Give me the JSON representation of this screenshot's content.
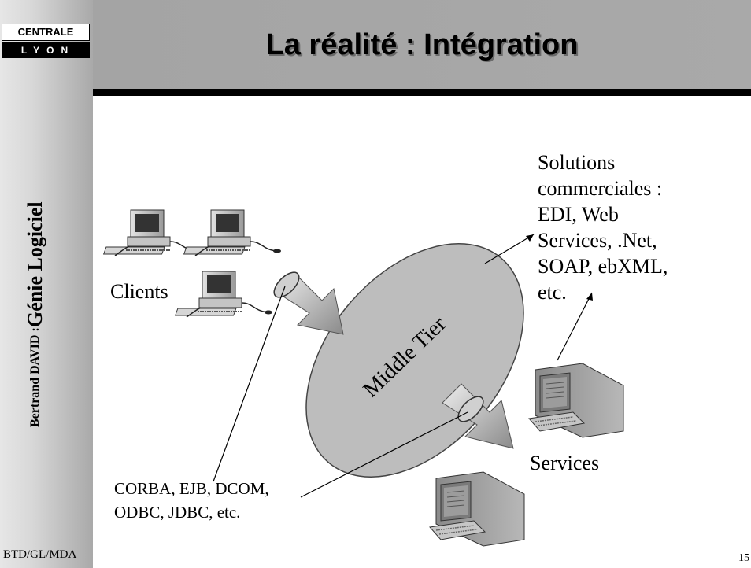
{
  "sidebar": {
    "logo_line1": "CENTRALE",
    "logo_line2": "LYON",
    "author_label": "Bertrand DAVID : ",
    "course_label": "Génie Logiciel",
    "footer_code": "BTD/GL/MDA"
  },
  "slide": {
    "title": "La réalité : Intégration",
    "page_number": "15"
  },
  "diagram": {
    "center_label": "Middle Tier",
    "clients_label": "Clients",
    "solutions_label": "Solutions\ncommerciales :\nEDI, Web\nServices, .Net,\nSOAP, ebXML,\netc.",
    "services_label": "Services",
    "protocols_label": "CORBA, EJB, DCOM,\nODBC, JDBC, etc."
  },
  "icons": [
    "desktop-computer-icon",
    "terminal-computer-icon"
  ],
  "colors": {
    "ellipse_fill": "#bdbdbd",
    "header_bg": "#a6a6a6",
    "sidebar_bg": "#d8d8d8"
  }
}
